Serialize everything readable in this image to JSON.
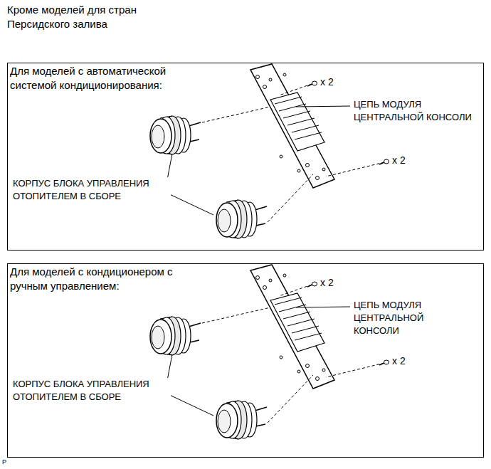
{
  "diagram": {
    "title": "Кроме моделей для стран Персидского залива",
    "nodes": [
      {
        "text": [
          "Для моделей с автоматической системой кондиционирования:"
        ]
      },
      {
        "text": [
          "Для моделей с кондиционером с ручным управлением:"
        ]
      }
    ],
    "labels": [
      "x 2",
      "ЦЕПЬ МОДУЛЯ ЦЕНТРАЛЬНОЙ КОНСОЛИ",
      "x 2",
      "КОРПУС БЛОКА УПРАВЛЕНИЯ ОТОПИТЕЛЕМ В СБОРЕ",
      "x 2",
      "ЦЕПЬ МОДУЛЯ ЦЕНТРАЛЬНОЙ КОНСОЛИ",
      "x 2",
      "КОРПУС БЛОКА УПРАВЛЕНИЯ ОТОПИТЕЛЕМ В СБОРЕ",
      "P"
    ]
  }
}
